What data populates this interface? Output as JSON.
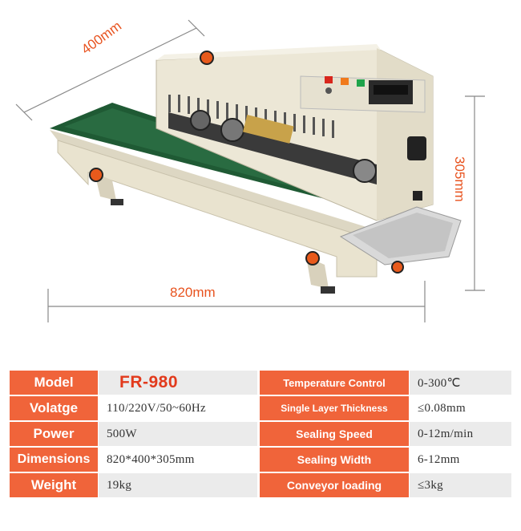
{
  "dimensions": {
    "width": "400mm",
    "length": "820mm",
    "height": "305mm"
  },
  "specs": [
    {
      "label": "Model",
      "value": "FR-980",
      "label2": "Temperature Control",
      "value2": "0-300℃"
    },
    {
      "label": "Volatge",
      "value": "110/220V/50~60Hz",
      "label2": "Single Layer Thickness",
      "value2": "≤0.08mm"
    },
    {
      "label": "Power",
      "value": "500W",
      "label2": "Sealing Speed",
      "value2": "0-12m/min"
    },
    {
      "label": "Dimensions",
      "value": "820*400*305mm",
      "label2": "Sealing Width",
      "value2": "6-12mm"
    },
    {
      "label": "Weight",
      "value": "19kg",
      "label2": "Conveyor loading",
      "value2": "≤3kg"
    }
  ],
  "colors": {
    "accent": "#f0643a",
    "dimension": "#e8531f",
    "model": "#e23a1c",
    "belt": "#1f5a34",
    "body": "#ece7d6"
  }
}
